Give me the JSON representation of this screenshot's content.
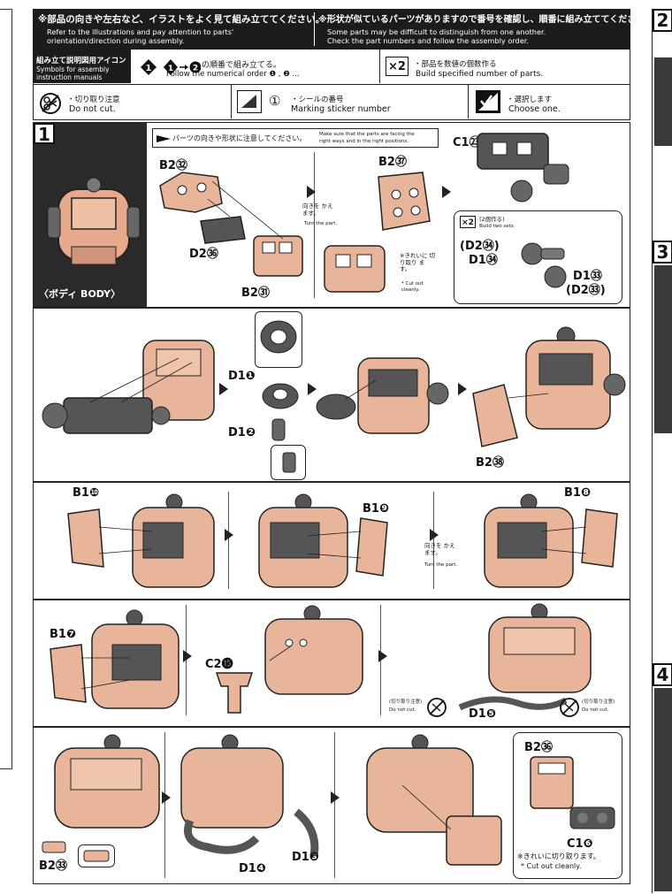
{
  "header": {
    "left_jp": "※部品の向きや左右など、イラストをよく見て組み立ててください。",
    "left_en1": "Refer to the illustrations and pay attention to parts'",
    "left_en2": "orientation/direction during assembly.",
    "right_jp": "※形状が似ているパーツがありますので番号を確認し、順番に組み立ててください。",
    "right_en1": "Some parts may be difficult to distinguish from one another.",
    "right_en2": "Check the part numbers and follow the assembly order."
  },
  "symbols": {
    "title_jp": "組み立て説明図用アイコン",
    "title_en1": "Symbols for assembly",
    "title_en2": "instruction manuals",
    "order_jp": "の順番で組み立てる。",
    "order_en": "Follow the numerical order ❶ , ❷ ...",
    "multiply_icon": "×2",
    "multiply_jp": "・部品を数値の個数作る",
    "multiply_en": "Build specified number of parts.",
    "cut_jp": "・切り取り注意",
    "cut_en": "Do not cut.",
    "sticker_num": "①",
    "sticker_jp": "・シールの番号",
    "sticker_en": "Marking sticker number",
    "choose_jp": "・選択します",
    "choose_en": "Choose one."
  },
  "step1": {
    "number": "1",
    "body_label": "〈ボディ BODY〉",
    "note_jp": "パーツの向きや形状に注意してください。",
    "note_en1": "Make sure that the parts are facing the",
    "note_en2": "right ways and in the right positions.",
    "turn_jp": "向きを かえます。",
    "turn_en": "Turn the part.",
    "cutout_jp": "※きれいに 切り取り ます。",
    "cutout_en": "* Cut out cleanly.",
    "build_two_icon": "×2",
    "build_two_jp": "(2個作る)",
    "build_two_en": "Build two sets.",
    "labels": {
      "b2_32": "B2㉜",
      "d2_36": "D2㊱",
      "b2_31": "B2㉛",
      "b2_37": "B2㊲",
      "c1_23": "C1㉓",
      "d2_34": "(D2㉞)",
      "d1_34": "D1㉞",
      "d1_33": "D1㉝",
      "d2_33": "(D2㉝)"
    }
  },
  "row2": {
    "d1_1": "D1❶",
    "d1_2": "D1❷",
    "b2_38": "B2㊳"
  },
  "row3": {
    "b1_10": "B1❿",
    "b1_9": "B1❾",
    "b1_8": "B1❽",
    "turn_jp": "向きを かえます。",
    "turn_en": "Turn the part."
  },
  "row4": {
    "b1_7": "B1❼",
    "c2_15": "C2⓯",
    "d1_5": "D1❺",
    "cut_jp": "(切り取り注意)",
    "cut_en": "Do not cut."
  },
  "row5": {
    "b2_33": "B2㉝",
    "d1_4": "D1❹",
    "d1_3": "D1❸",
    "b2_36": "B2㊱",
    "c1_6": "C1❻",
    "cutout_jp": "※きれいに切り取ります。",
    "cutout_en": "* Cut out cleanly."
  },
  "right_strip": {
    "step2": "2",
    "step3": "3",
    "step4": "4"
  }
}
